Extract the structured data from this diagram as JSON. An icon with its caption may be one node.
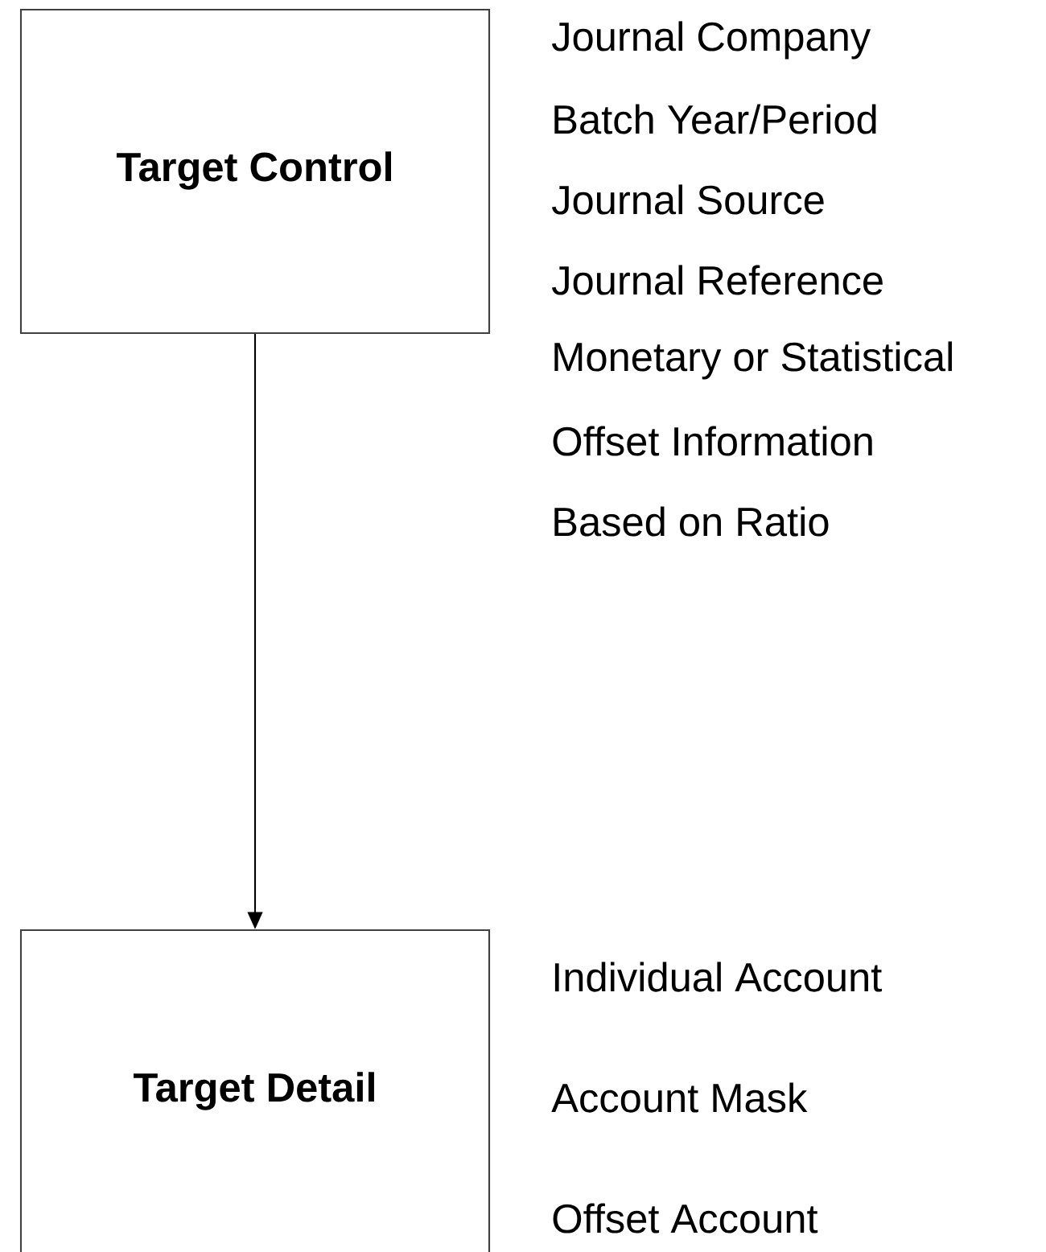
{
  "diagram": {
    "nodes": [
      {
        "text": [
          "Target Control"
        ]
      },
      {
        "text": [
          "Target Detail"
        ]
      }
    ],
    "edges": [
      {
        "from": 0,
        "to": 1,
        "arrow": "to"
      }
    ],
    "labels": [
      "Journal Company",
      "Batch Year/Period",
      "Journal Source",
      "Journal Reference",
      "Monetary or Statistical",
      "Offset Information",
      "Based on Ratio",
      "Individual Account",
      "Account Mask",
      "Offset Account"
    ]
  }
}
